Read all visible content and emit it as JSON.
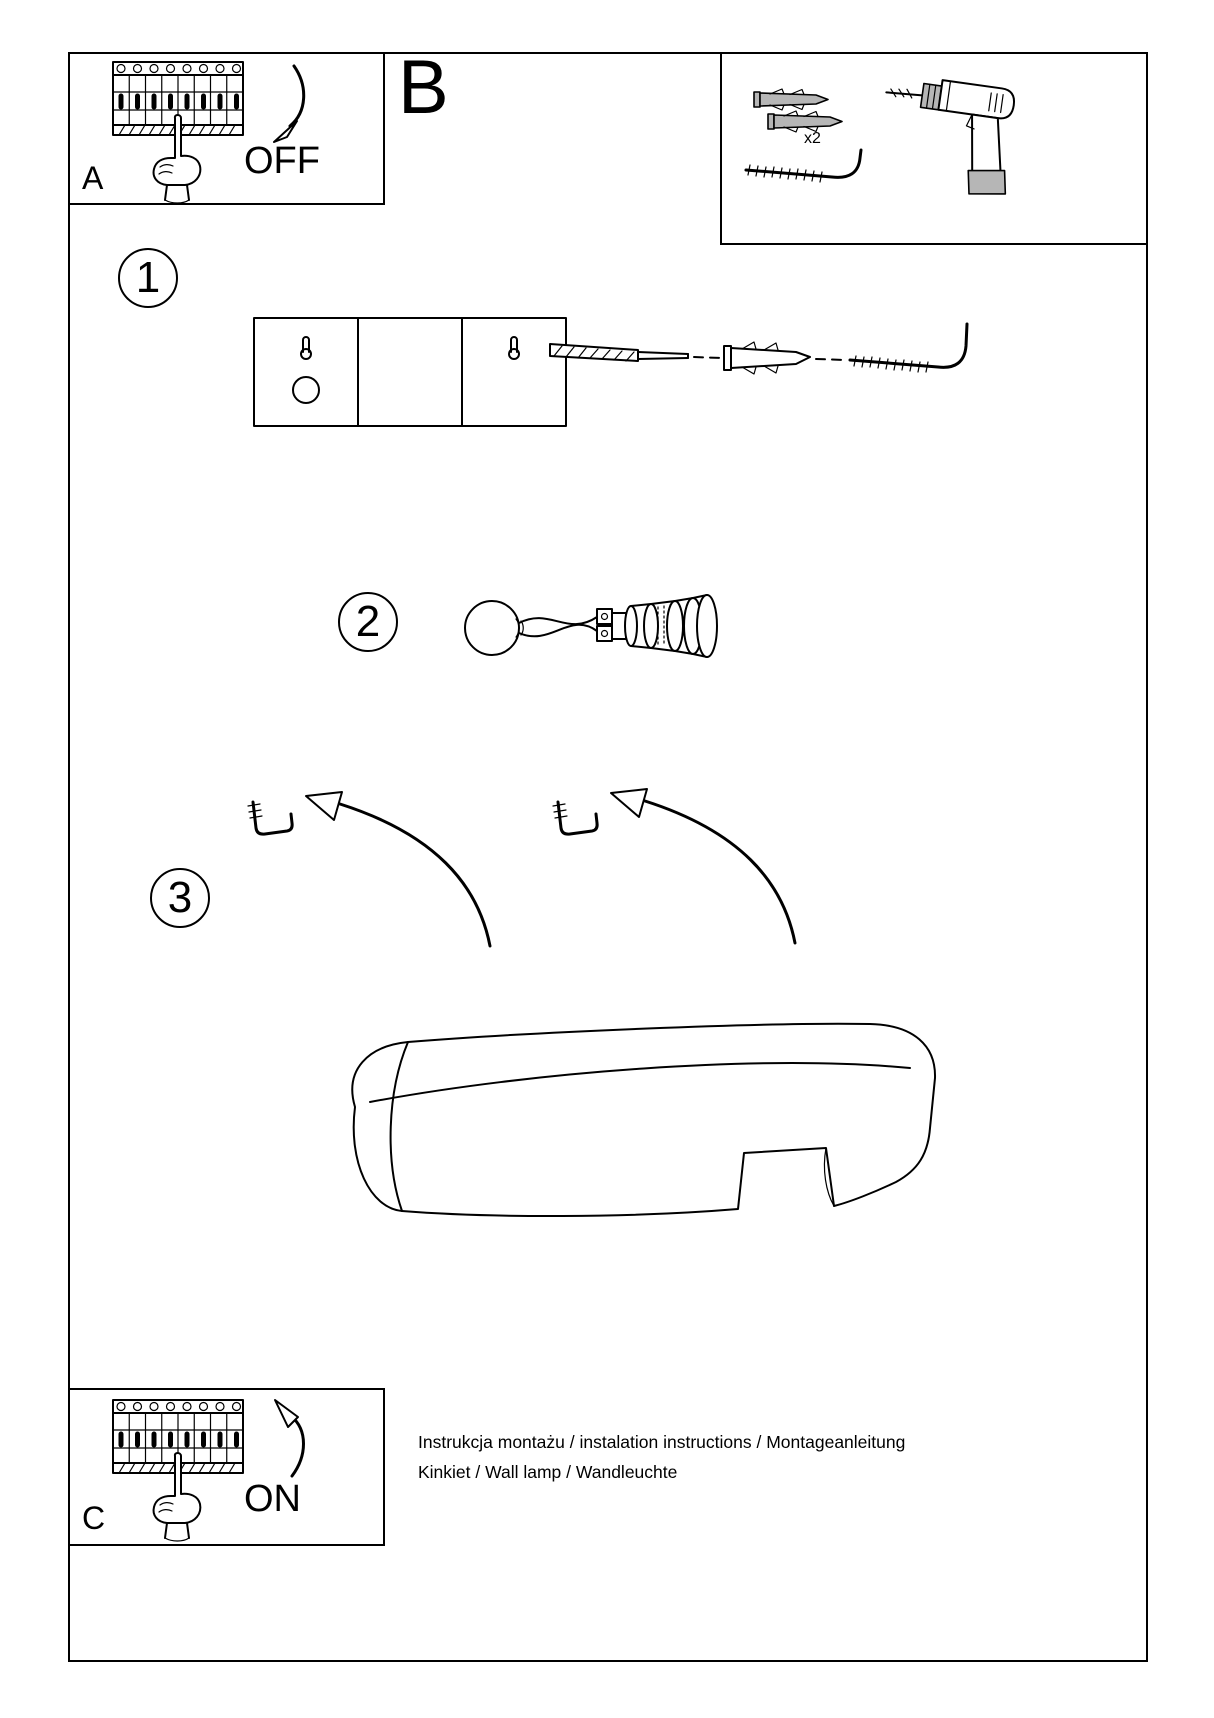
{
  "colors": {
    "background": "#ffffff",
    "line": "#000000",
    "part_gray": "#b6b6b6"
  },
  "panel_a": {
    "label": "A",
    "state": "OFF"
  },
  "section_b": {
    "label": "B"
  },
  "parts_box": {
    "quantity_label": "x2"
  },
  "steps": [
    {
      "number": "1"
    },
    {
      "number": "2"
    },
    {
      "number": "3"
    }
  ],
  "panel_c": {
    "label": "C",
    "state": "ON"
  },
  "footer": {
    "line1": "Instrukcja montażu / instalation instructions / Montageanleitung",
    "line2": "Kinkiet / Wall lamp / Wandleuchte"
  }
}
